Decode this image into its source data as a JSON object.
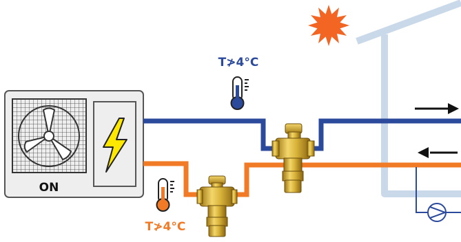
{
  "unit": {
    "status_label": "ON"
  },
  "sensors": {
    "cold_pipe_label": "T≯4°C",
    "hot_pipe_label": "T≯4°C"
  },
  "colors": {
    "cold_pipe": "#2c4a9c",
    "hot_pipe": "#f07a26",
    "house_outline": "#c9d9ea",
    "sun": "#f26522",
    "bolt": "#ffe800",
    "valve_brass": "#d9b43a",
    "unit_panel": "#eeeeee",
    "arrow": "#111111"
  },
  "icons": {
    "sun": "sun-icon",
    "bolt": "lightning-bolt-icon",
    "fan": "fan-icon",
    "thermometer_cold": "thermometer-icon",
    "thermometer_hot": "thermometer-icon",
    "pump": "circulation-pump-icon",
    "valve": "brass-valve-icon",
    "arrow_right": "flow-arrow-right-icon",
    "arrow_left": "flow-arrow-left-icon"
  }
}
